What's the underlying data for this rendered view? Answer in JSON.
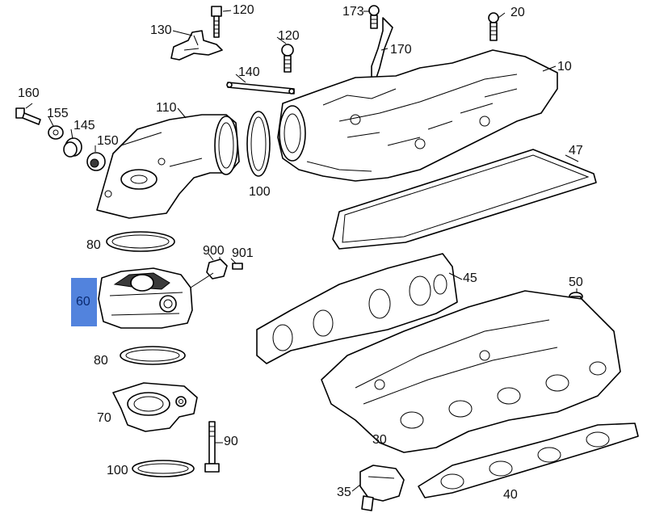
{
  "highlight": {
    "part": "60",
    "color": "#3a72d8"
  },
  "parts": {
    "p10": "10",
    "p20": "20",
    "p30": "30",
    "p35": "35",
    "p40": "40",
    "p45": "45",
    "p47": "47",
    "p50": "50",
    "p60": "60",
    "p70": "70",
    "p80a": "80",
    "p80b": "80",
    "p90": "90",
    "p100a": "100",
    "p100b": "100",
    "p110": "110",
    "p120a": "120",
    "p120b": "120",
    "p130": "130",
    "p140": "140",
    "p145": "145",
    "p150": "150",
    "p155": "155",
    "p160": "160",
    "p170": "170",
    "p173": "173",
    "p900": "900",
    "p901": "901"
  }
}
